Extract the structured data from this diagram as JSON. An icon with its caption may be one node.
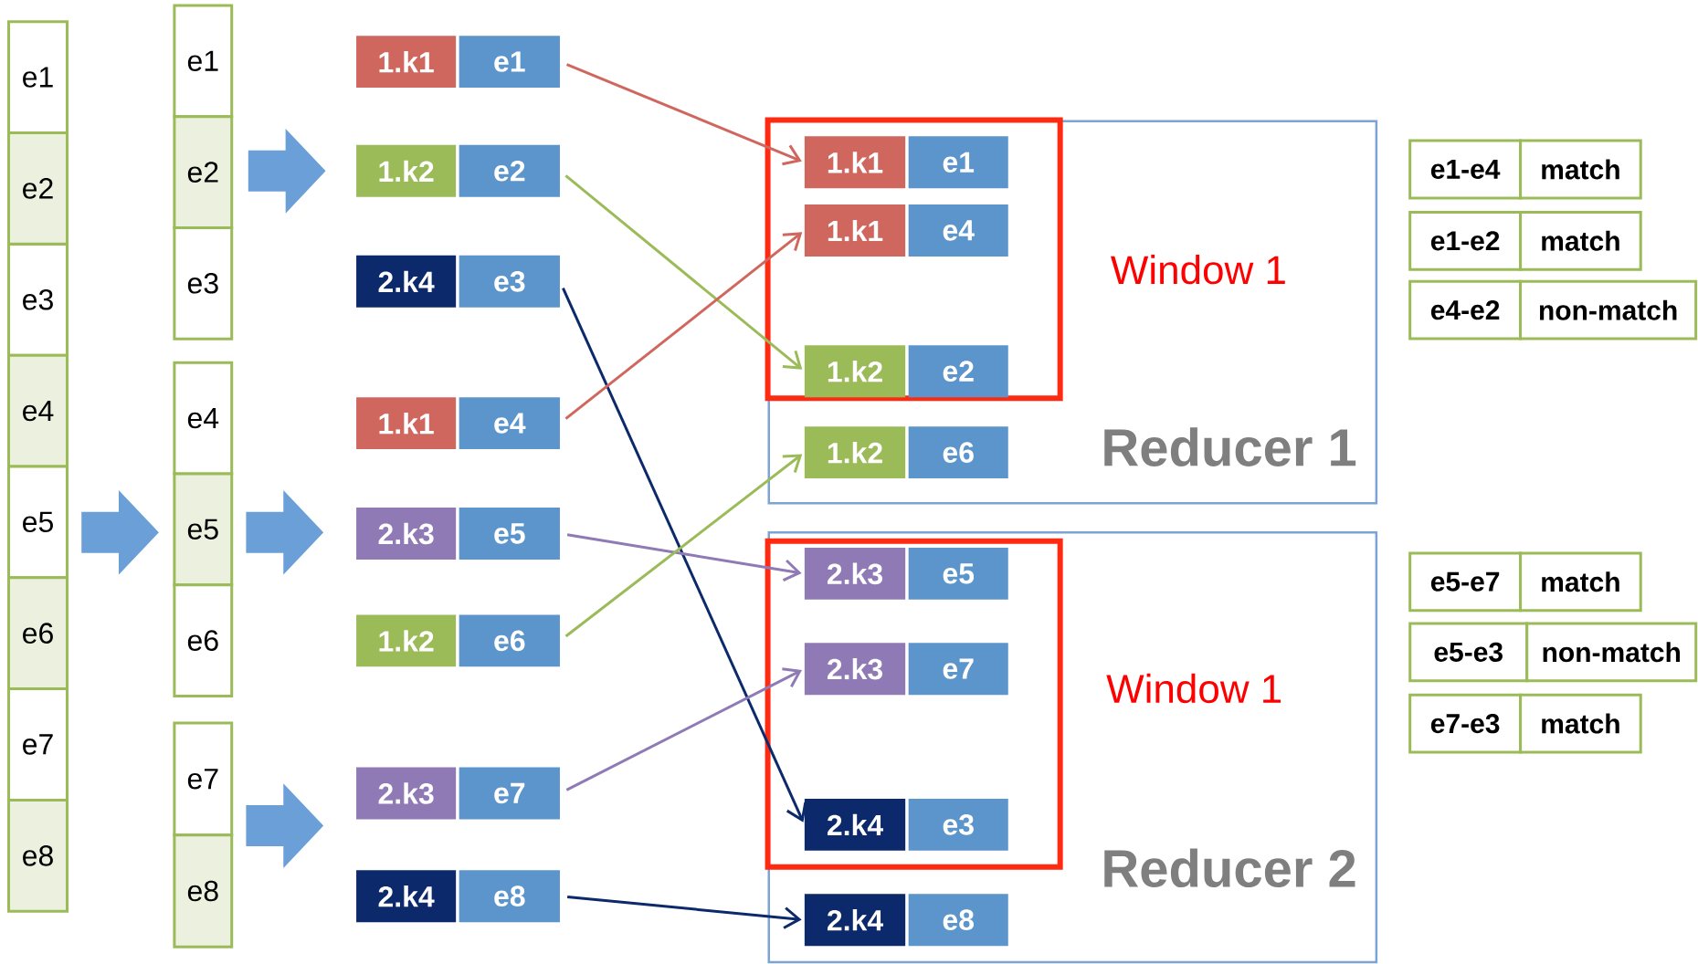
{
  "diagram": {
    "nodes": [
      {
        "text": [
          "e1"
        ]
      },
      {
        "text": [
          "e2"
        ]
      },
      {
        "text": [
          "e3"
        ]
      },
      {
        "text": [
          "e4"
        ]
      },
      {
        "text": [
          "e5"
        ]
      },
      {
        "text": [
          "e6"
        ]
      },
      {
        "text": [
          "e7"
        ]
      },
      {
        "text": [
          "e8"
        ]
      },
      {
        "text": [
          "e1"
        ]
      },
      {
        "text": [
          "e2"
        ]
      },
      {
        "text": [
          "e3"
        ]
      },
      {
        "text": [
          "e4"
        ]
      },
      {
        "text": [
          "e5"
        ]
      },
      {
        "text": [
          "e6"
        ]
      },
      {
        "text": [
          "e7"
        ]
      },
      {
        "text": [
          "e8"
        ]
      },
      {
        "text": [
          "1.k1"
        ]
      },
      {
        "text": [
          "e1"
        ]
      },
      {
        "text": [
          "1.k2"
        ]
      },
      {
        "text": [
          "e2"
        ]
      },
      {
        "text": [
          "2.k4"
        ]
      },
      {
        "text": [
          "e3"
        ]
      },
      {
        "text": [
          "1.k1"
        ]
      },
      {
        "text": [
          "e4"
        ]
      },
      {
        "text": [
          "2.k3"
        ]
      },
      {
        "text": [
          "e5"
        ]
      },
      {
        "text": [
          "1.k2"
        ]
      },
      {
        "text": [
          "e6"
        ]
      },
      {
        "text": [
          "2.k3"
        ]
      },
      {
        "text": [
          "e7"
        ]
      },
      {
        "text": [
          "2.k4"
        ]
      },
      {
        "text": [
          "e8"
        ]
      },
      {
        "text": [
          "Reducer 1"
        ]
      },
      {
        "text": [],
        "shape": "box",
        "in": 32,
        "beside": [
          "Window 1"
        ]
      },
      {
        "text": [
          "1.k1"
        ],
        "in": 33
      },
      {
        "text": [
          "e1"
        ],
        "in": 33
      },
      {
        "text": [
          "1.k1"
        ],
        "in": 33
      },
      {
        "text": [
          "e4"
        ],
        "in": 33
      },
      {
        "text": [
          "1.k2"
        ],
        "in": 33
      },
      {
        "text": [
          "e2"
        ],
        "in": 33
      },
      {
        "text": [
          "1.k2"
        ],
        "in": 32
      },
      {
        "text": [
          "e6"
        ],
        "in": 32
      },
      {
        "text": [
          "Reducer 2"
        ]
      },
      {
        "text": [],
        "shape": "box",
        "in": 42,
        "beside": [
          "Window 1"
        ]
      },
      {
        "text": [
          "2.k3"
        ],
        "in": 43
      },
      {
        "text": [
          "e5"
        ],
        "in": 43
      },
      {
        "text": [
          "2.k3"
        ],
        "in": 43
      },
      {
        "text": [
          "e7"
        ],
        "in": 43
      },
      {
        "text": [
          "2.k4"
        ],
        "in": 43
      },
      {
        "text": [
          "e3"
        ],
        "in": 43
      },
      {
        "text": [
          "2.k4"
        ],
        "in": 42
      },
      {
        "text": [
          "e8"
        ],
        "in": 42
      }
    ],
    "edges": [
      {
        "from": 17,
        "to": 34,
        "arrow": "to",
        "color": "#d0675f"
      },
      {
        "from": 19,
        "to": 38,
        "arrow": "to",
        "color": "#9bbb59"
      },
      {
        "from": 21,
        "to": 48,
        "arrow": "to",
        "color": "#0c2a6b"
      },
      {
        "from": 23,
        "to": 36,
        "arrow": "to",
        "color": "#d0675f"
      },
      {
        "from": 25,
        "to": 44,
        "arrow": "to",
        "color": "#8f7ab5"
      },
      {
        "from": 27,
        "to": 40,
        "arrow": "to",
        "color": "#9bbb59"
      },
      {
        "from": 29,
        "to": 46,
        "arrow": "to",
        "color": "#8f7ab5"
      },
      {
        "from": 31,
        "to": 50,
        "arrow": "to",
        "color": "#0c2a6b"
      },
      {
        "from": 4,
        "to": 12,
        "arrow": "to",
        "style": "thick",
        "color": "#6a9fd8"
      },
      {
        "from": 9,
        "to": 18,
        "arrow": "to",
        "style": "thick",
        "color": "#6a9fd8"
      },
      {
        "from": 12,
        "to": 24,
        "arrow": "to",
        "style": "thick",
        "color": "#6a9fd8"
      },
      {
        "from": 14,
        "to": 28,
        "arrow": "to",
        "style": "thick",
        "color": "#6a9fd8"
      }
    ],
    "labels": [
      "e1-e4",
      "match",
      "e1-e2",
      "match",
      "e4-e2",
      "non-match",
      "e5-e7",
      "match",
      "e5-e3",
      "non-match",
      "e7-e3",
      "match"
    ]
  }
}
